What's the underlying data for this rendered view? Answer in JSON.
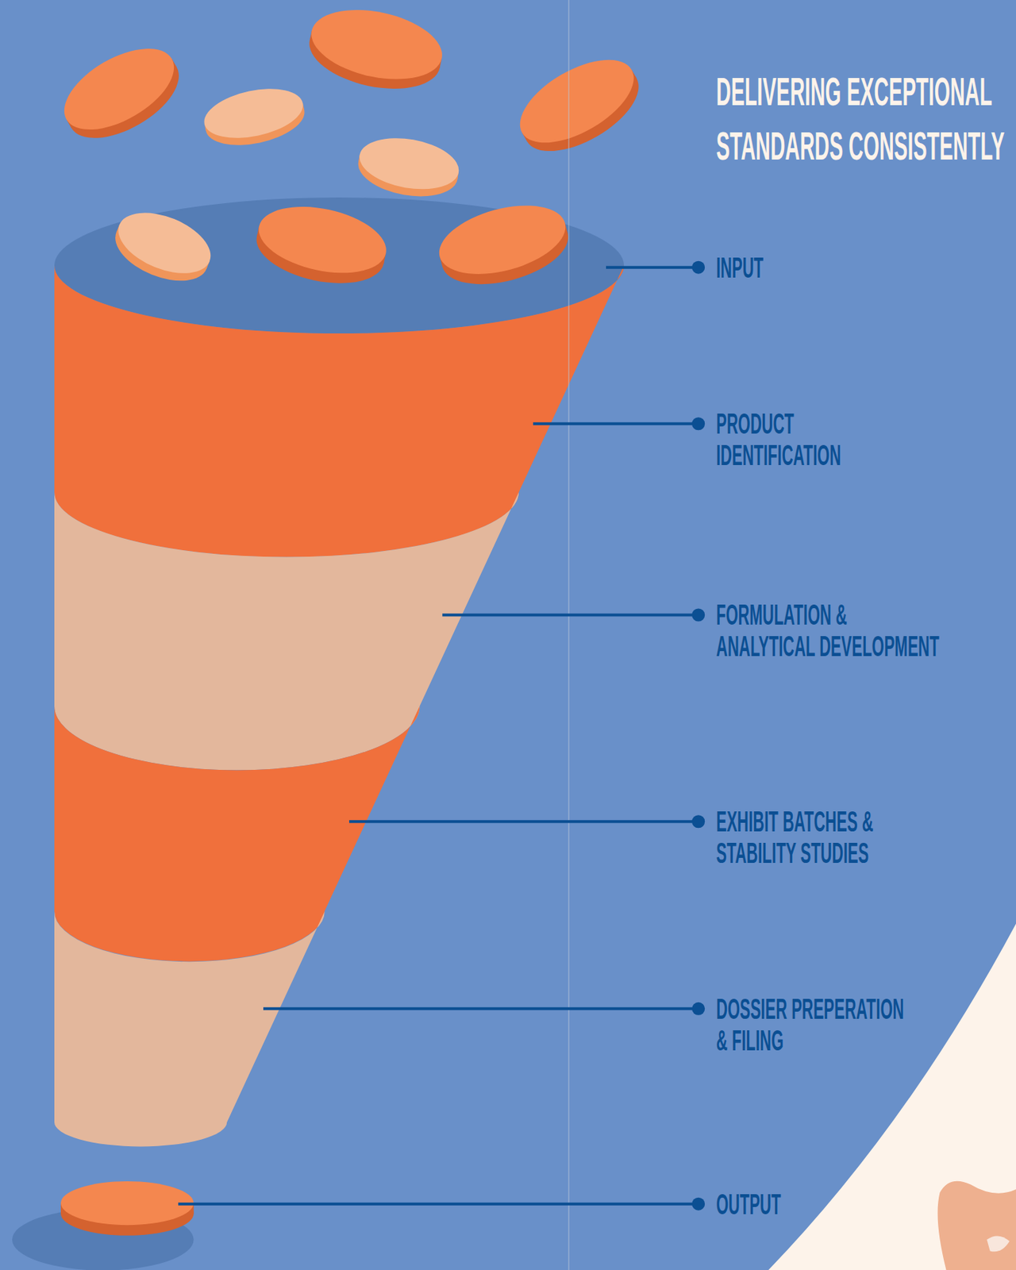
{
  "diagram": {
    "title": "DELIVERING EXCEPTIONAL STANDARDS CONSISTENTLY",
    "nodes": [
      {
        "text": [
          "INPUT"
        ]
      },
      {
        "text": [
          "PRODUCT IDENTIFICATION"
        ]
      },
      {
        "text": [
          "FORMULATION & ANALYTICAL DEVELOPMENT"
        ]
      },
      {
        "text": [
          "EXHIBIT BATCHES & STABILITY STUDIES"
        ]
      },
      {
        "text": [
          "DOSSIER PREPERATION & FILING"
        ]
      },
      {
        "text": [
          "OUTPUT"
        ]
      }
    ]
  }
}
